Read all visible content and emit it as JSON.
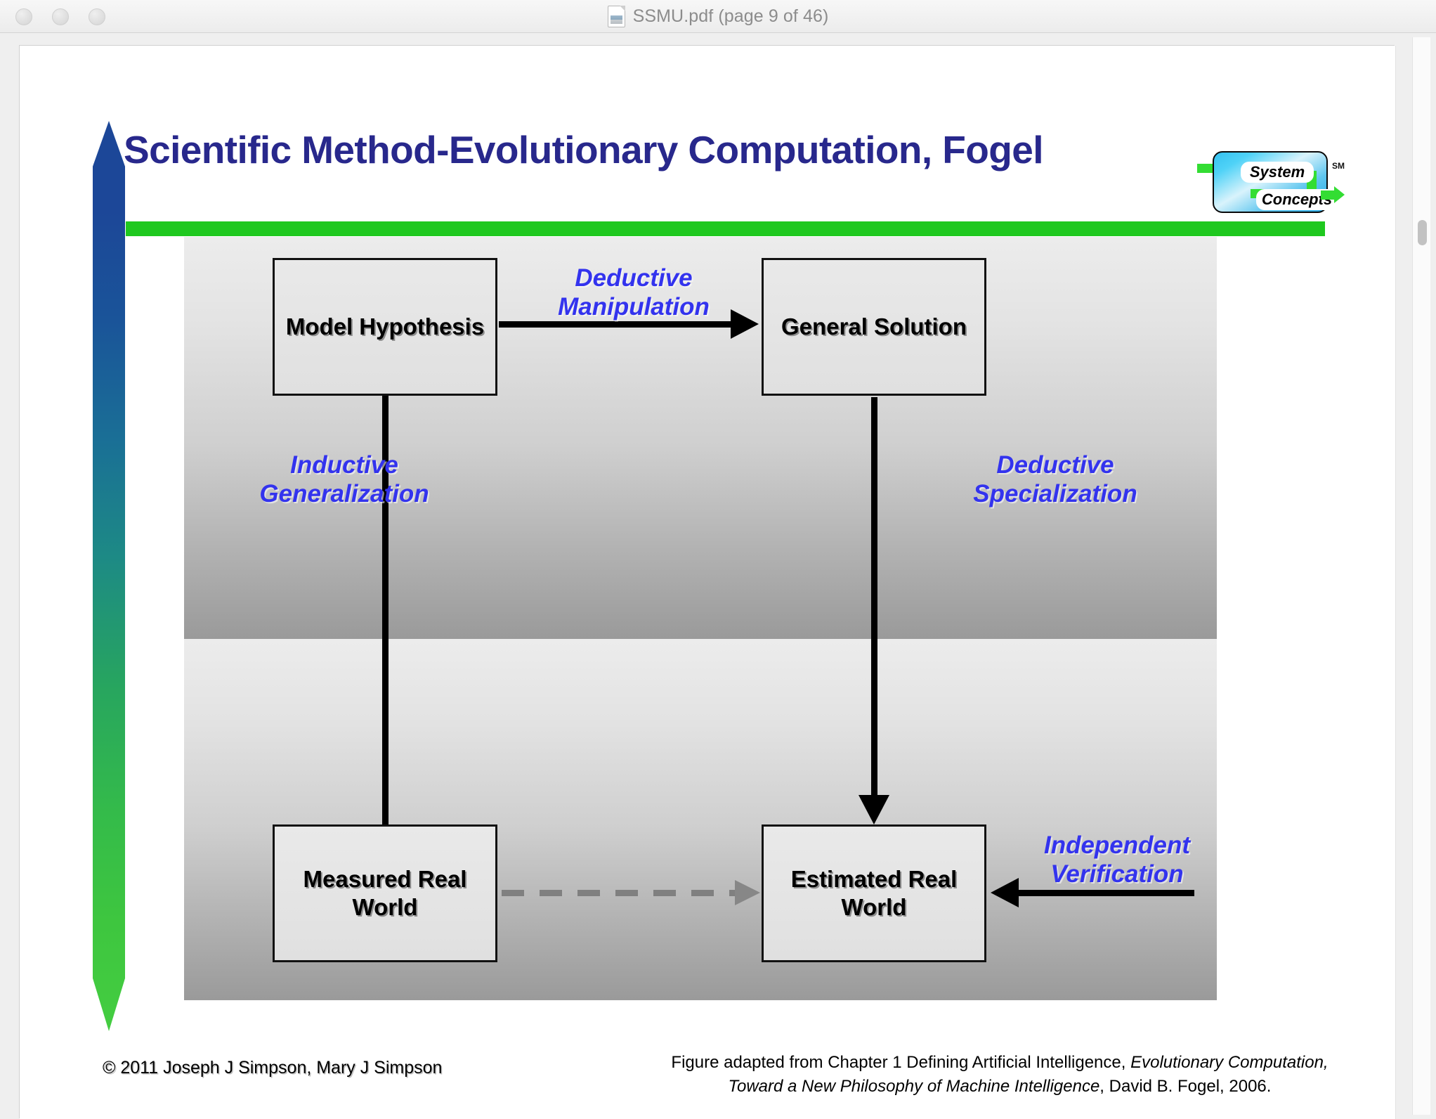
{
  "window": {
    "title": "SSMU.pdf (page 9 of 46)",
    "document_name": "SSMU.pdf",
    "page_current": 9,
    "page_total": 46,
    "traffic_lights": [
      "close",
      "minimize",
      "zoom"
    ]
  },
  "slide": {
    "title": "Scientific Method-Evolutionary Computation, Fogel",
    "title_color": "#28288C",
    "accent_green": "#1FC81F",
    "side_bar_gradient": [
      "#1C4798",
      "#44CD41"
    ],
    "logo": {
      "line1": "System",
      "line2": "Concepts",
      "trademark": "SM",
      "box_color": "#35C1F0",
      "arrow_color": "#33DD33"
    },
    "nodes": [
      {
        "id": "model-hypothesis",
        "label": "Model\nHypothesis"
      },
      {
        "id": "general-solution",
        "label": "General\nSolution"
      },
      {
        "id": "measured-real-world",
        "label": "Measured Real\nWorld"
      },
      {
        "id": "estimated-real-world",
        "label": "Estimated Real\nWorld"
      }
    ],
    "edges": [
      {
        "id": "deductive-manipulation",
        "label": "Deductive\nManipulation",
        "from": "model-hypothesis",
        "to": "general-solution",
        "style": "solid",
        "color": "#000000"
      },
      {
        "id": "deductive-specialization",
        "label": "Deductive\nSpecialization",
        "from": "general-solution",
        "to": "estimated-real-world",
        "style": "solid",
        "color": "#000000"
      },
      {
        "id": "inductive-generalization",
        "label": "Inductive\nGeneralization",
        "from": "measured-real-world",
        "to": "model-hypothesis",
        "style": "solid",
        "color": "#000000"
      },
      {
        "id": "independent-verification",
        "label": "Independent\nVerification",
        "from": "external",
        "to": "estimated-real-world",
        "style": "solid",
        "color": "#000000"
      },
      {
        "id": "comparison",
        "label": "",
        "from": "measured-real-world",
        "to": "estimated-real-world",
        "style": "dashed",
        "color": "#808080"
      }
    ],
    "label_color": "#3333EE",
    "copyright": "© 2011 Joseph J Simpson, Mary J Simpson",
    "figure_note": {
      "part1": "Figure adapted from Chapter 1 Defining Artificial Intelligence, ",
      "italic1": "Evolutionary Computation, Toward a New Philosophy of Machine Intelligence",
      "part2": ", David B. Fogel, 2006."
    }
  }
}
